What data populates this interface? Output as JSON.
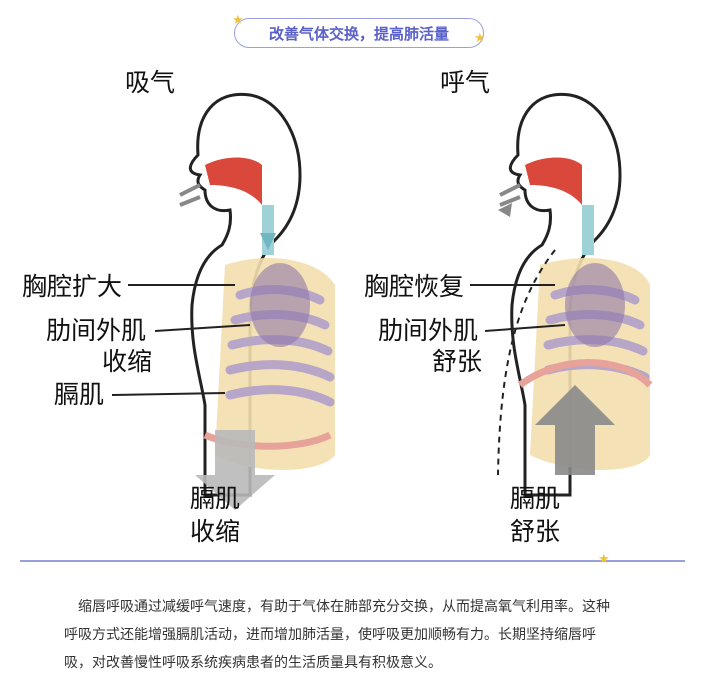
{
  "header": {
    "title": "改善气体交换，提高肺活量"
  },
  "left_figure": {
    "title": "吸气",
    "labels": {
      "chest": "胸腔扩大",
      "intercostal_1": "肋间外肌",
      "intercostal_2": "收缩",
      "diaphragm": "膈肌",
      "diaphragm_state_1": "膈肌",
      "diaphragm_state_2": "收缩"
    }
  },
  "right_figure": {
    "title": "呼气",
    "labels": {
      "chest": "胸腔恢复",
      "intercostal_1": "肋间外肌",
      "intercostal_2": "舒张",
      "diaphragm_state_1": "膈肌",
      "diaphragm_state_2": "舒张"
    }
  },
  "paragraph": {
    "line1": "缩唇呼吸通过减缓呼气速度，有助于气体在肺部充分交换，从而提高氧气利用率。这种",
    "line2": "呼吸方式还能增强膈肌活动，进而增加肺活量，使呼吸更加顺畅有力。长期坚持缩唇呼",
    "line3": "吸，对改善慢性呼吸系统疾病患者的生活质量具有积极意义。"
  },
  "colors": {
    "accent": "#5a61c9",
    "star": "#f3c23b",
    "bone": "#f3dfae",
    "lung": "#8f78a8",
    "nose": "#d9483b"
  }
}
